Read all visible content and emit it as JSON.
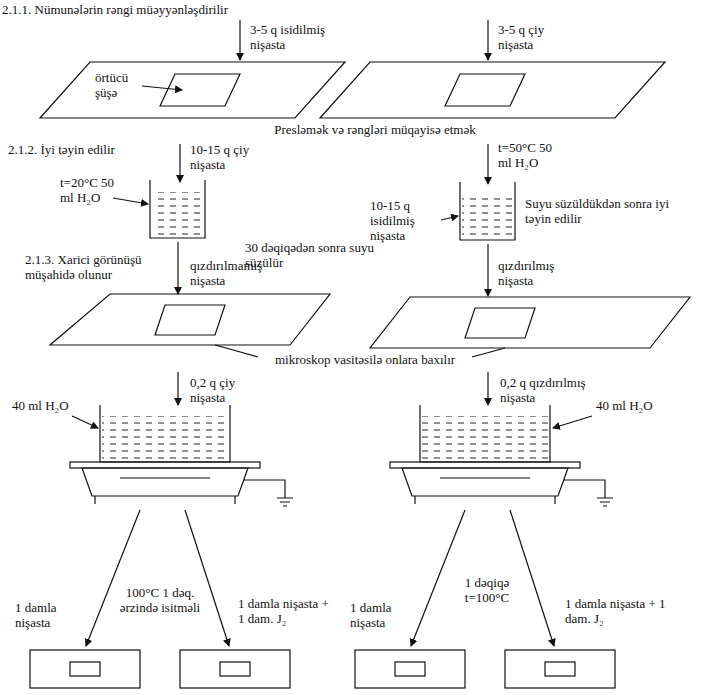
{
  "diagram": {
    "labels": [
      "2.1.1. Nümunələrin rəngi müəyyənləşdirilir",
      "3-5 q isidilmiş nişasta",
      "3-5 q çiy nişasta",
      "örtücü şüşə",
      "Presləmək və rəngləri müqayisə etmək",
      "2.1.2. İyi təyin edilir",
      "10-15 q çiy nişasta",
      "t=20°C 50 ml H₂O",
      "t=50°C 50 ml H₂O",
      "10-15 q isidilmiş nişasta",
      "Suyu süzüldükdən sonra iyi təyin edilir",
      "30 dəqiqədən sonra suyu süzülür",
      "2.1.3. Xarici görünüşü müşahidə olunur",
      "qızdırılmamış nişasta",
      "qızdırılmış nişasta",
      "mikroskop vasitəsilə onlara baxılır",
      "0,2 q çiy nişasta",
      "40 ml H₂O",
      "0,2 q qızdırılmış nişasta",
      "40 ml H₂O",
      "100°C 1 dəq. ərzində isitməli",
      "1 damla nişasta",
      "1 damla nişasta + 1 dam. J₂",
      "1 dəqiqə t=100°C",
      "1 damla nişasta",
      "1 damla nişasta + 1 dam. J₂"
    ]
  }
}
